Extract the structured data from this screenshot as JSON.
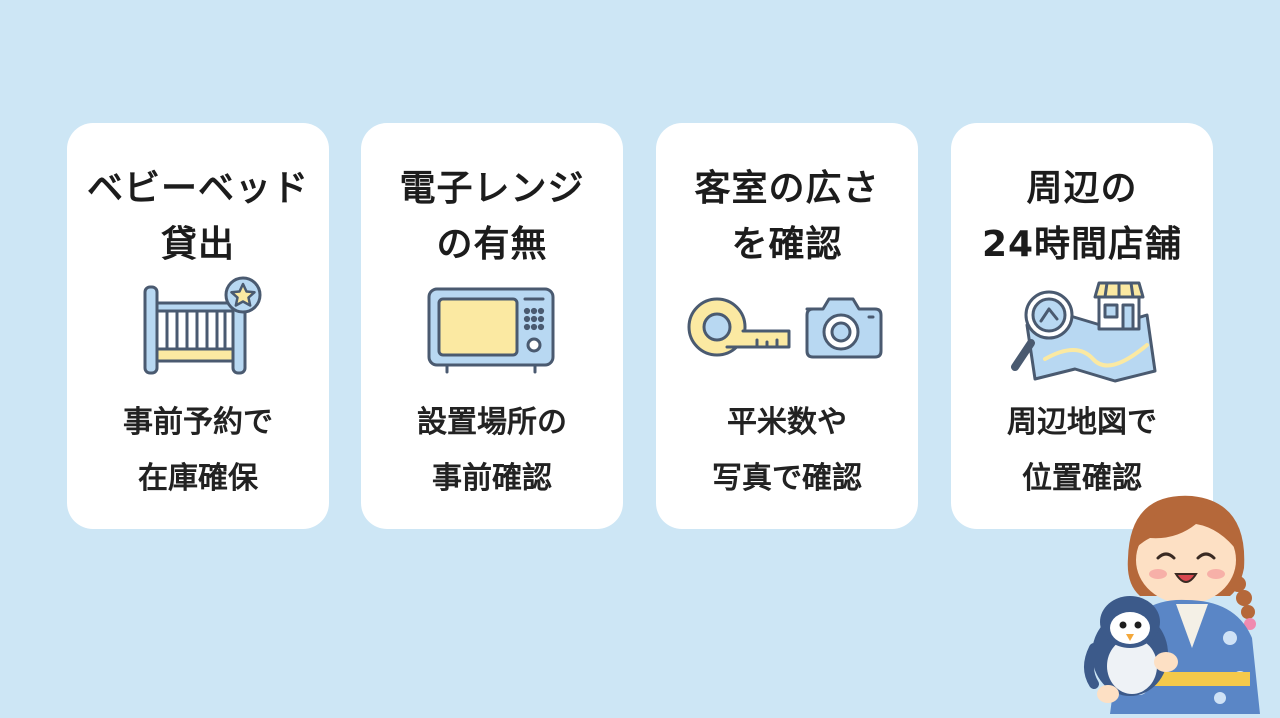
{
  "colors": {
    "background": "#cde6f5",
    "card": "#ffffff",
    "icon_fill_blue": "#b8d8f2",
    "icon_fill_yellow": "#fbe9a2",
    "icon_stroke": "#4a5a70"
  },
  "cards": [
    {
      "title_lines": [
        "ベビーベッド",
        "貸出"
      ],
      "icon": "baby-crib-star-icon",
      "desc_lines": [
        "事前予約で",
        "在庫確保"
      ]
    },
    {
      "title_lines": [
        "電子レンジ",
        "の有無"
      ],
      "icon": "microwave-icon",
      "desc_lines": [
        "設置場所の",
        "事前確認"
      ]
    },
    {
      "title_lines": [
        "客室の広さ",
        "を確認"
      ],
      "icon": "tape-measure-camera-icon",
      "desc_lines": [
        "平米数や",
        "写真で確認"
      ]
    },
    {
      "title_lines": [
        "周辺の",
        "24時間店舗"
      ],
      "icon": "map-magnifier-store-icon",
      "desc_lines": [
        "周辺地図で",
        "位置確認"
      ]
    }
  ],
  "mascot": {
    "icon": "girl-holding-penguin-illustration"
  }
}
